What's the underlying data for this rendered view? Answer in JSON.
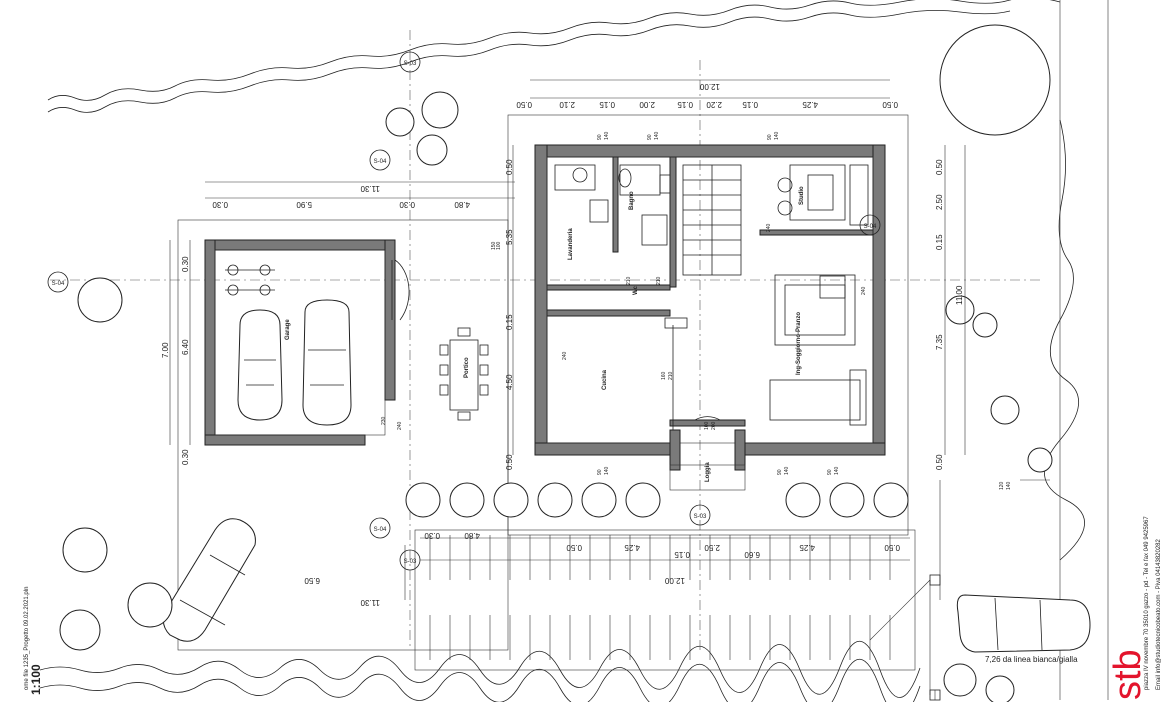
{
  "drawing": {
    "file_label": "ome file 1235_Progetto 09.02.2021.pln",
    "scale": "1:100",
    "road_note": "7,26 da linea bianca/gialla",
    "logo": "stb",
    "contact_line_1": "piazza IV novembre 70 35010 gazzo - pd - Tel e fax 049 9425967",
    "contact_line_2": "Email info@studiotecnicobeato.com - Piva 04143820282"
  },
  "rooms": {
    "garage": "Garage",
    "portico": "Portico",
    "cucina": "Cucina",
    "lavanderia": "Lavanderia",
    "bagno": "Bagno",
    "ingresso": "Ing-Soggiorno-Pranzo",
    "studio": "Studio",
    "loggia": "Loggia",
    "wc": "Wc"
  },
  "section_marks": [
    "S-03",
    "S-04",
    "S-04",
    "S-04",
    "S-03",
    "S-04",
    "S-03"
  ],
  "dimensions": {
    "top": [
      "0.50",
      "2.10",
      "0.15",
      "2.00",
      "0.15",
      "2.20",
      "0.15",
      "4.25",
      "0.50",
      "12.00"
    ],
    "upper_left": [
      "0.30",
      "5.90",
      "0.30",
      "4.80",
      "11.30"
    ],
    "bottom_row": [
      "0.30",
      "4.80",
      "0.50",
      "4.25",
      "0.15",
      "2.50",
      "6.60",
      "4.25",
      "0.50"
    ],
    "bottom_total": [
      "11.30",
      "6.50",
      "12.00"
    ],
    "left": [
      "0.30",
      "6.40",
      "7.00",
      "0.30"
    ],
    "house_left": [
      "0.50",
      "5.35",
      "0.15",
      "4.50",
      "0.50"
    ],
    "right": [
      "0.50",
      "2.50",
      "0.15",
      "7.35",
      "0.50",
      "11.00"
    ],
    "openings": [
      "90",
      "140",
      "90",
      "140",
      "90",
      "140",
      "90",
      "140",
      "90",
      "140",
      "90",
      "140",
      "210",
      "240",
      "240",
      "210",
      "160",
      "210",
      "240",
      "100",
      "200",
      "120",
      "140",
      "240",
      "150",
      "100",
      "230"
    ]
  }
}
